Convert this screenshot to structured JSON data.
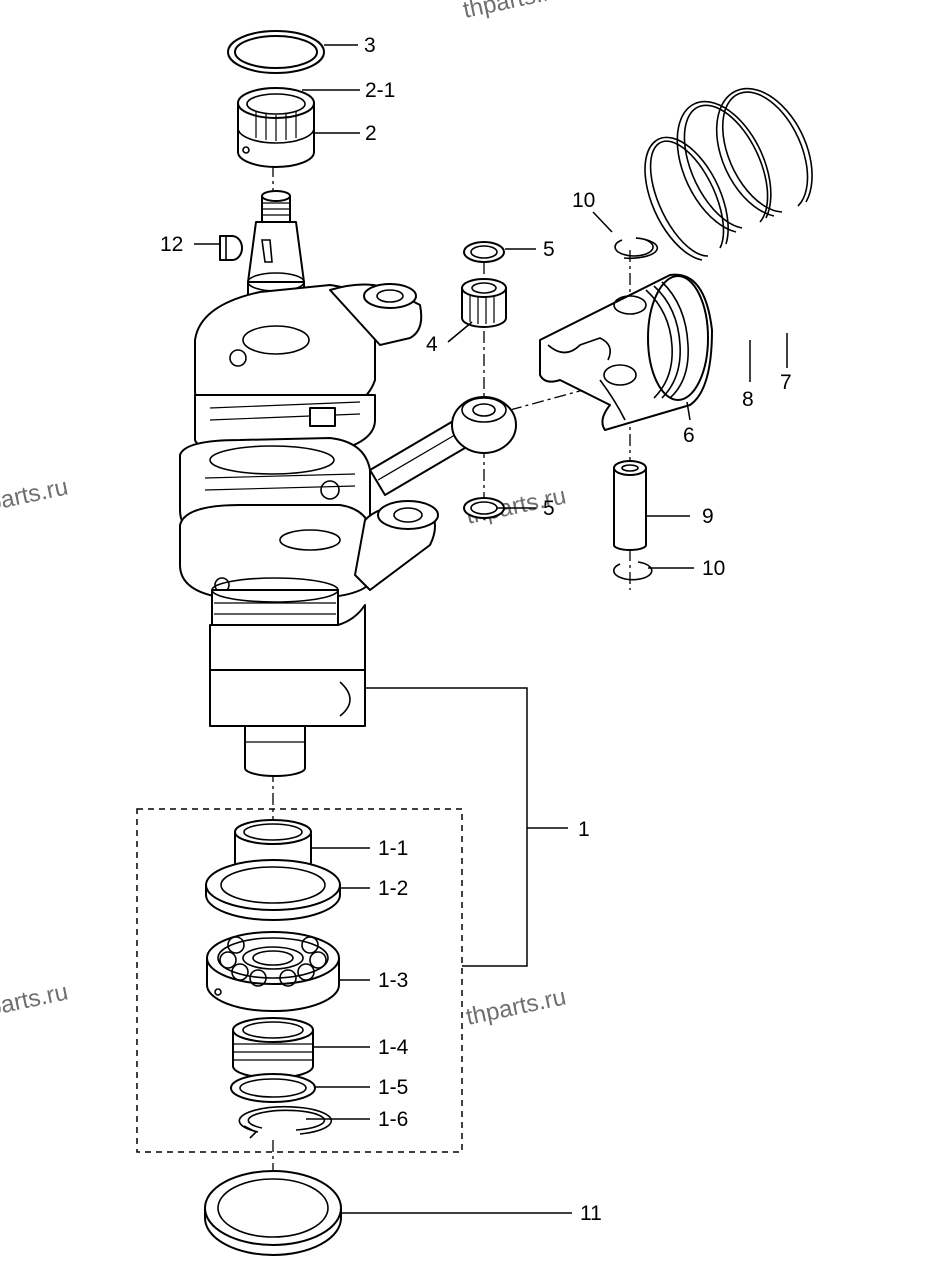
{
  "watermark": "thparts.ru",
  "labels": {
    "p1": "1",
    "p1_1": "1-1",
    "p1_2": "1-2",
    "p1_3": "1-3",
    "p1_4": "1-4",
    "p1_5": "1-5",
    "p1_6": "1-6",
    "p2": "2",
    "p2_1": "2-1",
    "p3": "3",
    "p4": "4",
    "p5_top": "5",
    "p5_bottom": "5",
    "p6": "6",
    "p7": "7",
    "p8": "8",
    "p9": "9",
    "p10_top": "10",
    "p10_bottom": "10",
    "p11": "11",
    "p12": "12"
  }
}
